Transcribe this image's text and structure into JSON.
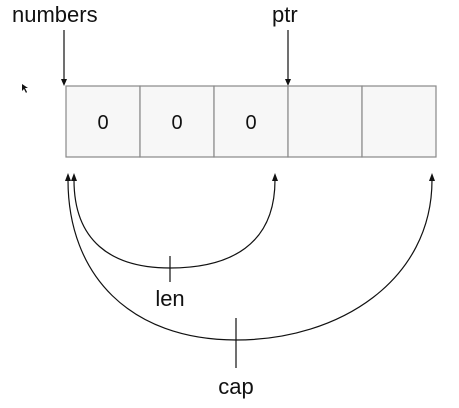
{
  "labels": {
    "numbers": "numbers",
    "ptr": "ptr",
    "len": "len",
    "cap": "cap"
  },
  "cells": [
    "0",
    "0",
    "0",
    "",
    ""
  ],
  "colors": {
    "line": "#111111",
    "cell_border": "#888888",
    "cell_fill": "#f7f7f7"
  }
}
